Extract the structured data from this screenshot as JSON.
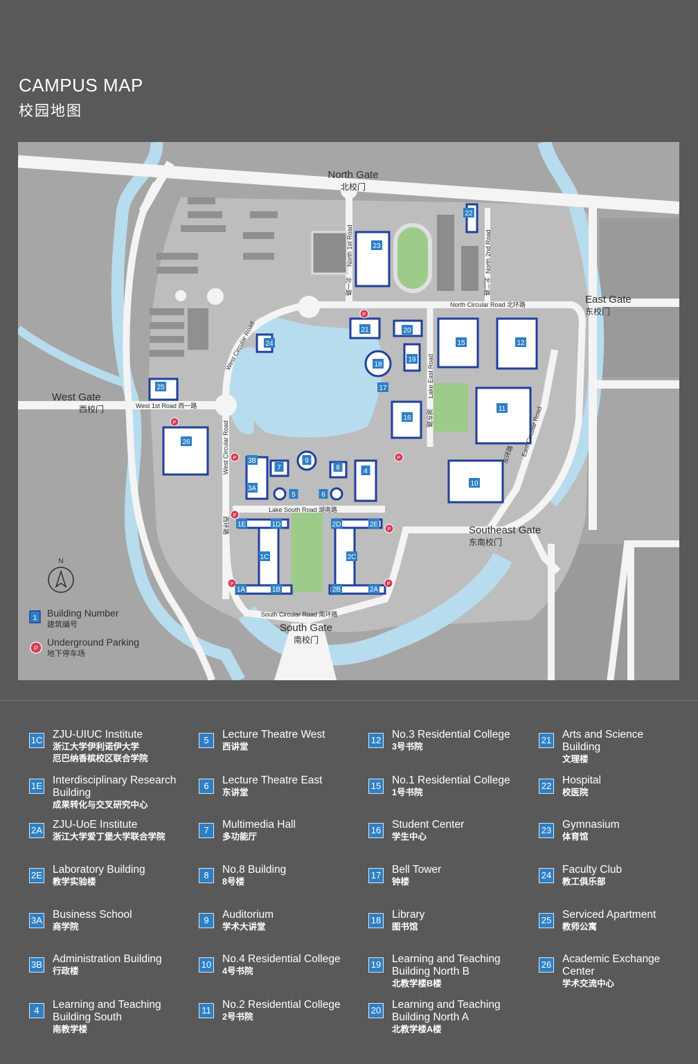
{
  "title": {
    "en": "CAMPUS MAP",
    "zh": "校园地图"
  },
  "map": {
    "gates": {
      "north": {
        "en": "North Gate",
        "zh": "北校门"
      },
      "east": {
        "en": "East Gate",
        "zh": "东校门"
      },
      "west": {
        "en": "West Gate",
        "zh": "西校门"
      },
      "south": {
        "en": "South Gate",
        "zh": "南校门"
      },
      "southeast": {
        "en": "Southeast Gate",
        "zh": "东南校门"
      }
    },
    "roads": {
      "north_circular": "North Circular Road  北环路",
      "south_circular": "South Circular Road  南环路",
      "lake_south": "Lake South Road  湖南路",
      "west_1st": "West 1st  Road   西一路",
      "west_circular_upper": "West Circular Road",
      "west_circular_lower": "West Circular Road",
      "west_circular_zh": "西环路",
      "north_1st": "North 1st Road",
      "north_1st_zh": "北一路",
      "north_2nd": "North 2nd Road",
      "north_2nd_zh": "北二路",
      "lake_east": "Lake East Road",
      "lake_east_zh": "湖东路",
      "east_circular": "East Circular Road",
      "east_circular_zh": "东环路"
    },
    "compass": "N",
    "building_numbers": [
      "23",
      "22",
      "21",
      "20",
      "15",
      "12",
      "18",
      "19",
      "24",
      "17",
      "25",
      "16",
      "11",
      "26",
      "3B",
      "7",
      "9",
      "8",
      "4",
      "3A",
      "5",
      "6",
      "10",
      "1E",
      "1D",
      "2D",
      "2E",
      "1C",
      "2C",
      "1A",
      "1B",
      "2B",
      "2A"
    ],
    "parking_label": "P",
    "key": {
      "building": {
        "badge": "1",
        "en": "Building Number",
        "zh": "建筑编号"
      },
      "parking": {
        "badge": "P",
        "en": "Underground Parking",
        "zh": "地下停车场"
      }
    }
  },
  "legend": [
    {
      "id": "1C",
      "en": [
        "ZJU-UIUC Institute"
      ],
      "zh": [
        "浙江大学伊利诺伊大学",
        "厄巴纳香槟校区联合学院"
      ]
    },
    {
      "id": "1E",
      "en": [
        "Interdisciplinary Research",
        "Building"
      ],
      "zh": [
        "成果转化与交叉研究中心"
      ]
    },
    {
      "id": "2A",
      "en": [
        "ZJU-UoE Institute"
      ],
      "zh": [
        "浙江大学爱丁堡大学联合学院"
      ]
    },
    {
      "id": "2E",
      "en": [
        "Laboratory Building"
      ],
      "zh": [
        "教学实验楼"
      ]
    },
    {
      "id": "3A",
      "en": [
        "Business School"
      ],
      "zh": [
        "商学院"
      ]
    },
    {
      "id": "3B",
      "en": [
        "Administration Building"
      ],
      "zh": [
        "行政楼"
      ]
    },
    {
      "id": "4",
      "en": [
        "Learning and Teaching",
        "Building South"
      ],
      "zh": [
        "南教学楼"
      ]
    },
    {
      "id": "5",
      "en": [
        "Lecture Theatre West"
      ],
      "zh": [
        "西讲堂"
      ]
    },
    {
      "id": "6",
      "en": [
        "Lecture Theatre East"
      ],
      "zh": [
        "东讲堂"
      ]
    },
    {
      "id": "7",
      "en": [
        "Multimedia Hall"
      ],
      "zh": [
        "多功能厅"
      ]
    },
    {
      "id": "8",
      "en": [
        "No.8 Building"
      ],
      "zh": [
        "8号楼"
      ]
    },
    {
      "id": "9",
      "en": [
        "Auditorium"
      ],
      "zh": [
        "学术大讲堂"
      ]
    },
    {
      "id": "10",
      "en": [
        "No.4 Residential College"
      ],
      "zh": [
        "4号书院"
      ]
    },
    {
      "id": "11",
      "en": [
        "No.2 Residential College"
      ],
      "zh": [
        "2号书院"
      ]
    },
    {
      "id": "12",
      "en": [
        "No.3 Residential College"
      ],
      "zh": [
        "3号书院"
      ]
    },
    {
      "id": "15",
      "en": [
        "No.1 Residential College"
      ],
      "zh": [
        "1号书院"
      ]
    },
    {
      "id": "16",
      "en": [
        "Student Center"
      ],
      "zh": [
        "学生中心"
      ]
    },
    {
      "id": "17",
      "en": [
        "Bell Tower"
      ],
      "zh": [
        "钟楼"
      ]
    },
    {
      "id": "18",
      "en": [
        "Library"
      ],
      "zh": [
        "图书馆"
      ]
    },
    {
      "id": "19",
      "en": [
        "Learning and Teaching",
        "Building North B"
      ],
      "zh": [
        "北教学楼B楼"
      ]
    },
    {
      "id": "20",
      "en": [
        "Learning and Teaching",
        "Building North A"
      ],
      "zh": [
        "北教学楼A楼"
      ]
    },
    {
      "id": "21",
      "en": [
        "Arts and Science",
        "Building"
      ],
      "zh": [
        "文理楼"
      ]
    },
    {
      "id": "22",
      "en": [
        "Hospital"
      ],
      "zh": [
        "校医院"
      ]
    },
    {
      "id": "23",
      "en": [
        "Gymnasium"
      ],
      "zh": [
        "体育馆"
      ]
    },
    {
      "id": "24",
      "en": [
        "Faculty Club"
      ],
      "zh": [
        "教工俱乐部"
      ]
    },
    {
      "id": "25",
      "en": [
        "Serviced Apartment"
      ],
      "zh": [
        "教师公寓"
      ]
    },
    {
      "id": "26",
      "en": [
        "Academic Exchange",
        "Center"
      ],
      "zh": [
        "学术交流中心"
      ]
    }
  ],
  "colors": {
    "background": "#595959",
    "map_ground": "#a9a9a9",
    "water": "#b7dcee",
    "road": "#f4f4f4",
    "building": "#ffffff",
    "building_shadow": "#1f3f9c",
    "badge": "#2f7fc4",
    "parking": "#d43c55",
    "field": "#9ccb8a"
  }
}
